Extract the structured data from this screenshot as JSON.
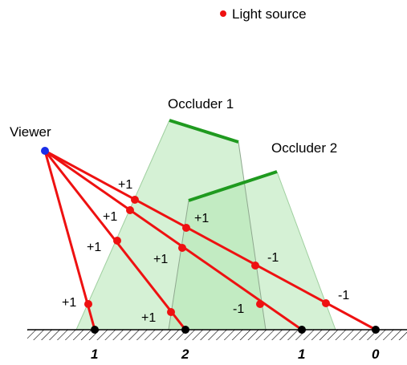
{
  "legend": {
    "light_source_label": "Light source"
  },
  "labels": {
    "viewer": "Viewer",
    "occluder_1": "Occluder 1",
    "occluder_2": "Occluder 2"
  },
  "ray_counts": {
    "r1_1": "+1",
    "r2_1": "+1",
    "r2_2": "+1",
    "r3_1": "+1",
    "r3_2": "+1",
    "r3_3": "-1",
    "r4_1": "+1",
    "r4_2": "+1",
    "r4_3": "-1",
    "r4_4": "-1"
  },
  "ground_results": {
    "g1": "1",
    "g2": "2",
    "g3": "1",
    "g4": "0"
  },
  "colors": {
    "ray": "#ee1111",
    "viewer_point": "#1a2ee8",
    "occluder_edge": "#1f9a1f",
    "shadow_fill": "#b3e6b3",
    "ground_point": "#000000"
  }
}
